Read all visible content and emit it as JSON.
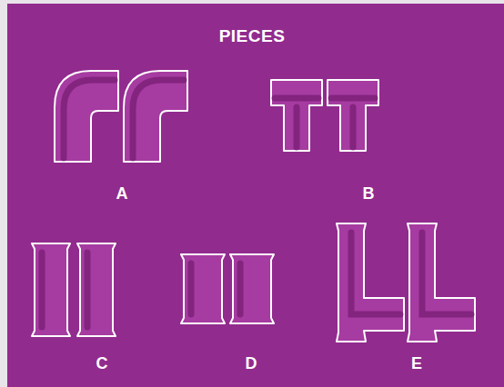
{
  "diagram": {
    "title": "PIECES",
    "labels": [
      "A",
      "B",
      "C",
      "D",
      "E"
    ]
  }
}
